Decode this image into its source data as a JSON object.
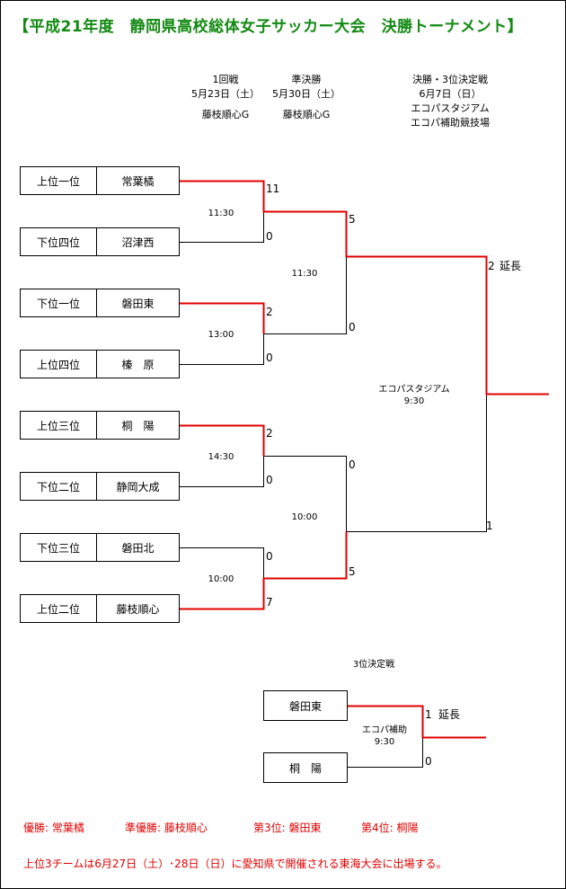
{
  "title": "【平成21年度　静岡県高校総体女子サッカー大会　決勝トーナメント】",
  "rounds": {
    "r1": {
      "name": "1回戦",
      "date": "5月23日（土）",
      "venue": "藤枝順心G"
    },
    "semi": {
      "name": "準決勝",
      "date": "5月30日（土）",
      "venue": "藤枝順心G"
    },
    "final": {
      "name": "決勝・3位決定戦",
      "date": "6月7日（日）",
      "venue1": "エコパスタジアム",
      "venue2": "エコパ補助競技場"
    }
  },
  "teams": [
    {
      "rank": "上位一位",
      "school": "常葉橘"
    },
    {
      "rank": "下位四位",
      "school": "沼津西"
    },
    {
      "rank": "下位一位",
      "school": "磐田東"
    },
    {
      "rank": "上位四位",
      "school": "榛　原"
    },
    {
      "rank": "上位三位",
      "school": "桐　陽"
    },
    {
      "rank": "下位二位",
      "school": "静岡大成"
    },
    {
      "rank": "下位三位",
      "school": "磐田北"
    },
    {
      "rank": "上位二位",
      "school": "藤枝順心"
    }
  ],
  "scores": {
    "r1": [
      "11",
      "0",
      "2",
      "0",
      "2",
      "0",
      "0",
      "7"
    ],
    "semi": [
      "5",
      "0",
      "0",
      "5"
    ],
    "final": [
      "2",
      "1"
    ],
    "extra_time": "延長"
  },
  "times": {
    "r1": [
      "11:30",
      "13:00",
      "14:30",
      "10:00"
    ],
    "semi": [
      "11:30",
      "10:00"
    ],
    "final_venue": "エコパスタジアム",
    "final_time": "9:30"
  },
  "third_place": {
    "title": "3位決定戦",
    "teams": [
      "磐田東",
      "桐　陽"
    ],
    "scores": [
      "1",
      "0"
    ],
    "extra_time": "延長",
    "venue": "エコパ補助",
    "time": "9:30"
  },
  "results": {
    "champion": "優勝: 常葉橘",
    "runner_up": "準優勝: 藤枝順心",
    "third": "第3位: 磐田東",
    "fourth": "第4位: 桐陽"
  },
  "note": "上位3チームは6月27日（土）･28日（日）に愛知県で開催される東海大会に出場する。",
  "colors": {
    "title": "#138a13",
    "winner_line": "#e00000",
    "line": "#000000",
    "footer": "#e00000"
  }
}
